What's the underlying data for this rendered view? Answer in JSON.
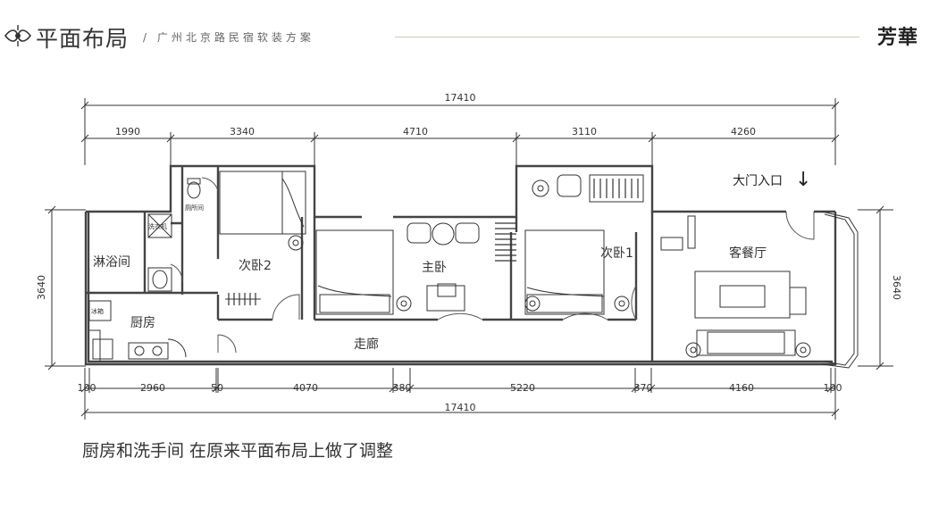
{
  "header": {
    "title": "平面布局",
    "subtitle": "/ 广州北京路民宿软装方案",
    "brand": "芳華",
    "logo_icon": "ornament-icon"
  },
  "dimensions": {
    "top_total": "17410",
    "top_segments": [
      "1990",
      "3340",
      "4710",
      "3110",
      "4260"
    ],
    "bottom_segments": [
      "100",
      "2960",
      "50",
      "4070",
      "380",
      "5220",
      "370",
      "4160",
      "100"
    ],
    "bottom_total": "17410",
    "left_height": "3640",
    "right_height": "3640"
  },
  "rooms": {
    "shower": "淋浴间",
    "toilet": "厕所间",
    "kitchen": "厨房",
    "bedroom2": "次卧2",
    "master": "主卧",
    "bedroom1": "次卧1",
    "living": "客餐厅",
    "corridor": "走廊",
    "fridge": "冰箱",
    "washer": "洗衣机"
  },
  "entrance": {
    "label": "大门入口",
    "arrow": "↓"
  },
  "caption": "厨房和洗手间  在原来平面布局上做了调整"
}
